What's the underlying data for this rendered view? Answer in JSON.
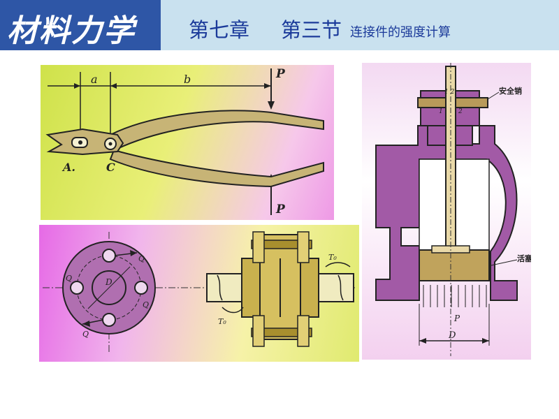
{
  "header": {
    "course_title": "材料力学",
    "chapter": "第七章",
    "section": "第三节",
    "topic": "连接件的强度计算",
    "colors": {
      "title_bg": "#2e56a6",
      "band_bg": "#c9e1ef",
      "text": "#1b3a9a"
    }
  },
  "pliers": {
    "label_a": "a",
    "label_b": "b",
    "label_p_top": "P",
    "label_p_bottom": "P",
    "label_A": "A.",
    "label_C": "C"
  },
  "flange": {
    "label_q1": "Q",
    "label_q2": "Q",
    "label_q3": "Q",
    "label_q4": "Q",
    "label_d": "D",
    "label_t_left": "T₀",
    "label_t_right": "T₀"
  },
  "valve": {
    "safety_pin_label": "安全销",
    "piston_label": "活塞",
    "label_p": "P",
    "label_d": "D",
    "label_12": "1 2",
    "label_1": "1",
    "label_2": "2"
  }
}
